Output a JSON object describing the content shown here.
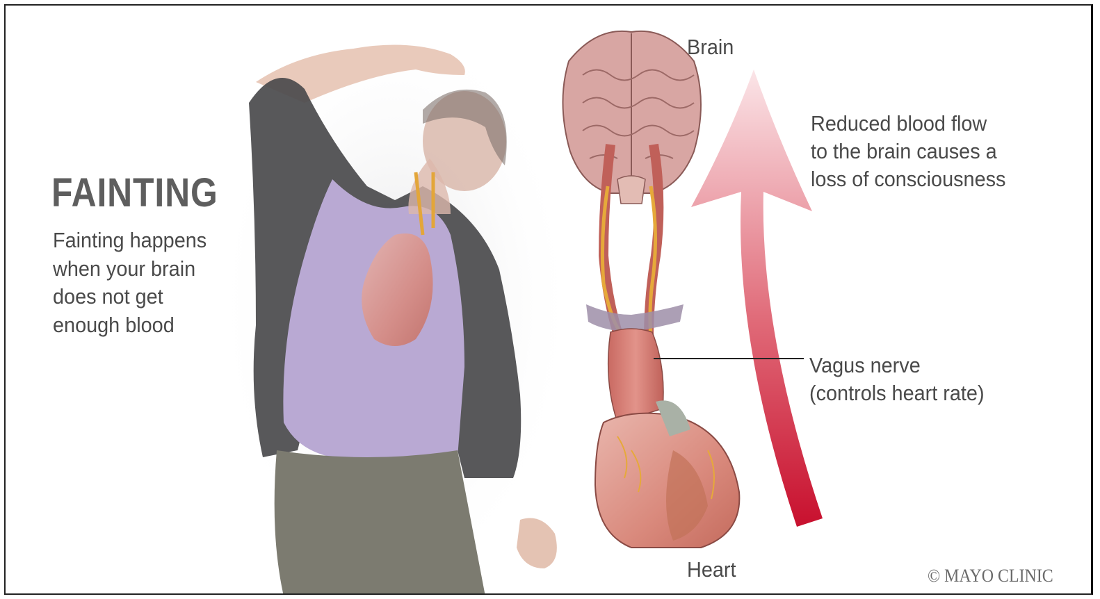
{
  "title": "FAINTING",
  "description_lines": [
    "Fainting happens",
    "when your brain",
    "does not get",
    "enough blood"
  ],
  "labels": {
    "brain": "Brain",
    "heart": "Heart",
    "blood_flow_lines": [
      "Reduced blood flow",
      "to the brain causes a",
      "loss of consciousness"
    ],
    "vagus_lines": [
      "Vagus nerve",
      "(controls heart rate)"
    ]
  },
  "copyright": "© MAYO CLINIC",
  "colors": {
    "arrow": "#c8102e",
    "text": "#4a4a4a",
    "title": "#5e5e5e"
  }
}
